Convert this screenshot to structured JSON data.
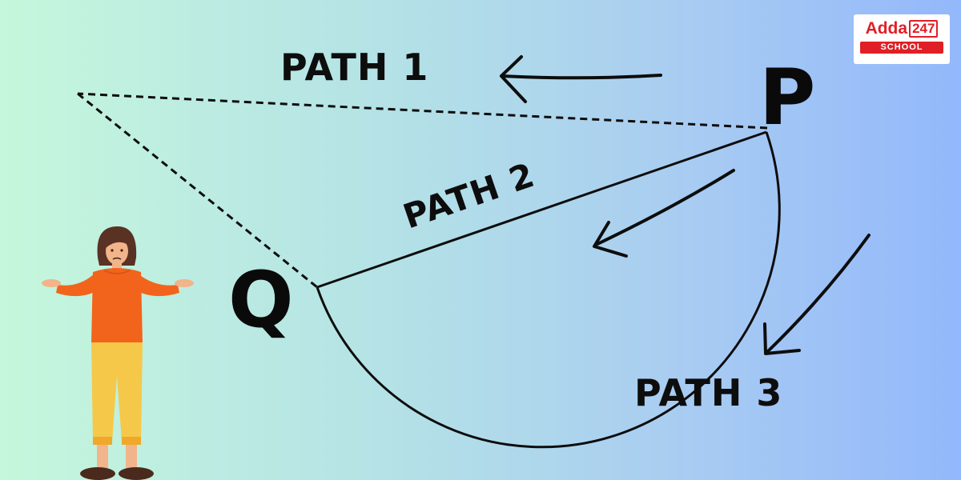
{
  "diagram": {
    "points": {
      "start": "P",
      "end": "Q"
    },
    "paths": [
      {
        "id": "path1",
        "label": "PATH 1",
        "style": "dashed"
      },
      {
        "id": "path2",
        "label": "PATH 2",
        "style": "straight"
      },
      {
        "id": "path3",
        "label": "PATH 3",
        "style": "semicircle"
      }
    ]
  },
  "logo": {
    "brand_text": "Adda",
    "brand_number": "247",
    "sub_text": "SCHOOL"
  },
  "colors": {
    "line": "#0d0d0d",
    "logo_red": "#e01f26",
    "shirt": "#f2641c",
    "pants": "#f5c84a",
    "hair": "#5a3224",
    "skin": "#f2b48a"
  },
  "illustration": {
    "figure": "confused-person-shrugging"
  }
}
